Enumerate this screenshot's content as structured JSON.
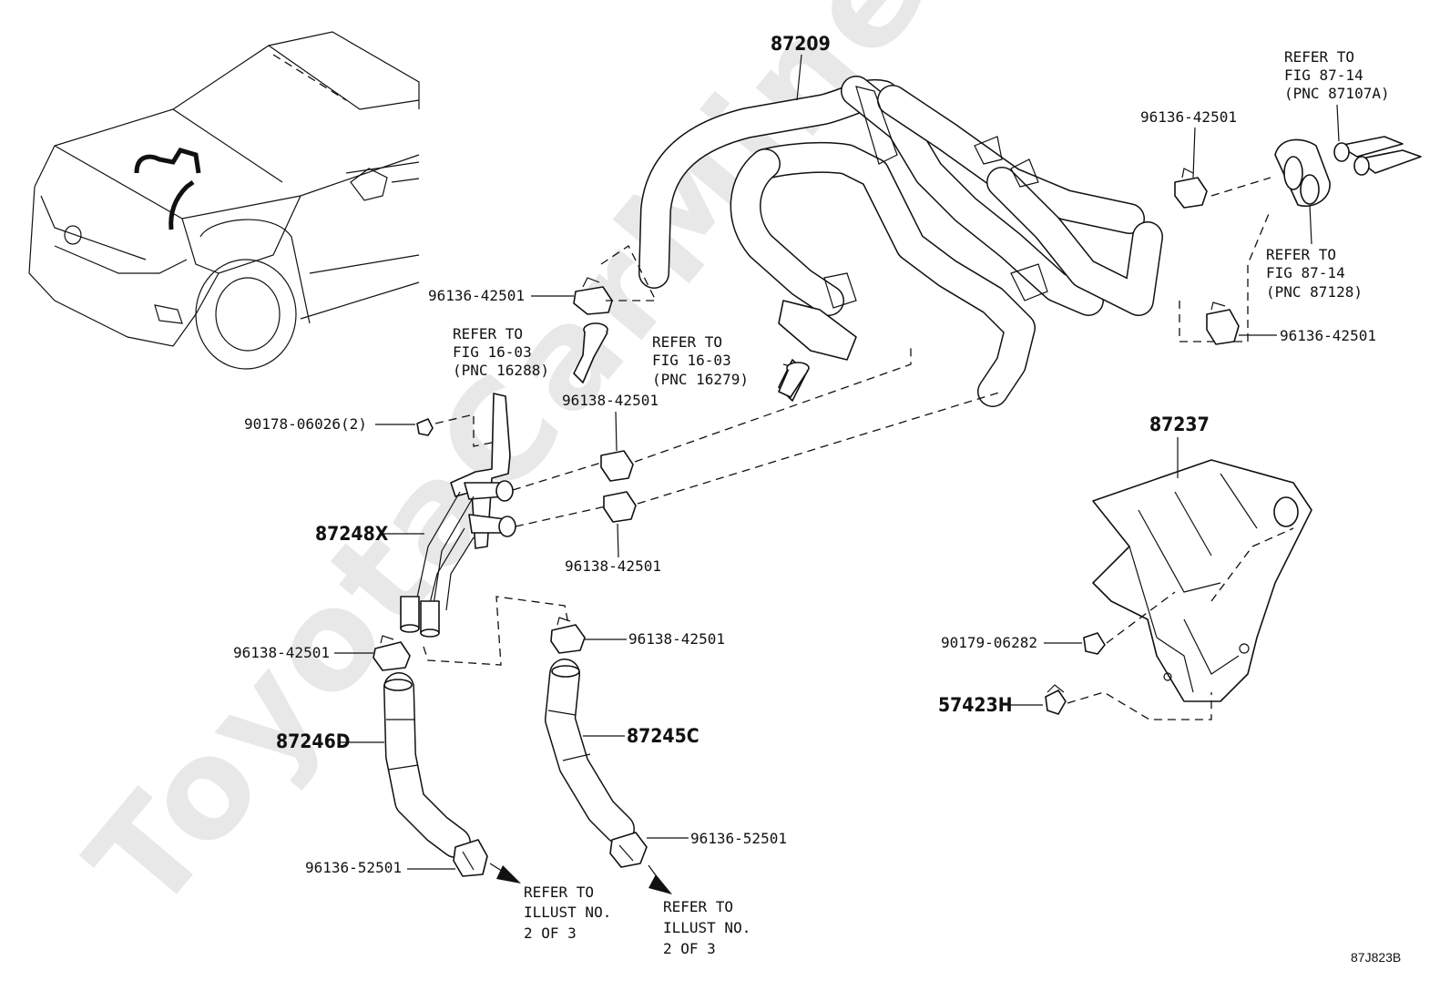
{
  "watermark": "ToyotaCarMine.ru",
  "diagram_code": "87J823B",
  "parts": {
    "hose_87209": "87209",
    "clamp_top_left": "96136-42501",
    "clamp_top_right": "96136-42501",
    "clamp_right_lower": "96136-42501",
    "bolt": "90178-06026(2)",
    "clamp_upper_mid": "96138-42501",
    "clamp_lower_mid": "96138-42501",
    "pipe_87248X": "87248X",
    "clamp_left_lower": "96138-42501",
    "clamp_right_mid": "96138-42501",
    "hose_87246D": "87246D",
    "hose_87245C": "87245C",
    "clamp_bottom_left": "96136-52501",
    "clamp_bottom_right": "96136-52501",
    "cover_87237": "87237",
    "nut_90179": "90179-06282",
    "clip_57423H": "57423H"
  },
  "references": {
    "ref_16288": [
      "REFER TO",
      "FIG 16-03",
      "(PNC 16288)"
    ],
    "ref_16279": [
      "REFER TO",
      "FIG 16-03",
      "(PNC 16279)"
    ],
    "ref_87107A": [
      "REFER TO",
      "FIG 87-14",
      "(PNC 87107A)"
    ],
    "ref_87128": [
      "REFER TO",
      "FIG 87-14",
      "(PNC 87128)"
    ],
    "ref_illust_left": [
      "REFER TO",
      "ILLUST NO.",
      "2 OF 3"
    ],
    "ref_illust_right": [
      "REFER TO",
      "ILLUST NO.",
      "2 OF 3"
    ]
  }
}
